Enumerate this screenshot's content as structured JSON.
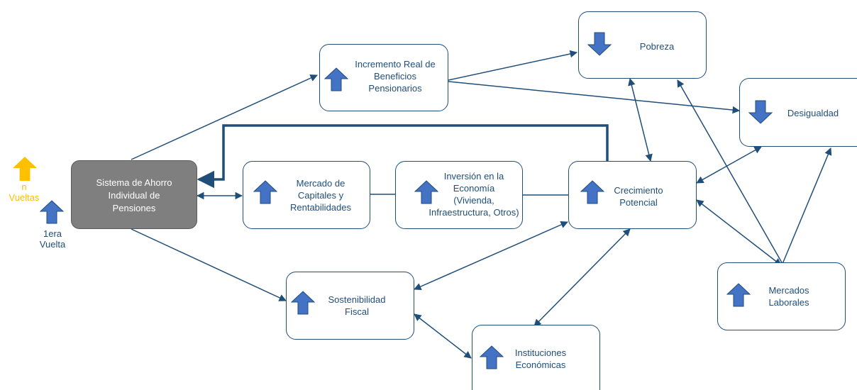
{
  "colors": {
    "accent": "#1f4e79",
    "up_arrow": "#4472c4",
    "main_box": "#7f7f7f",
    "legend_n": "#ffc000"
  },
  "legend": {
    "n_label": "n\nVueltas",
    "first_label": "1era\nVuelta"
  },
  "nodes": {
    "sistema": {
      "label": "Sistema de Ahorro\nIndividual de\nPensiones",
      "direction": "none"
    },
    "incremento": {
      "label": "Incremento Real de\nBeneficios\nPensionarios",
      "direction": "up"
    },
    "pobreza": {
      "label": "Pobreza",
      "direction": "down"
    },
    "desigualdad": {
      "label": "Desigualdad",
      "direction": "down"
    },
    "mercado_capitales": {
      "label": "Mercado de\nCapitales y\nRentabilidades",
      "direction": "up"
    },
    "inversion": {
      "label": "Inversión en la\nEconomía\n(Vivienda,\nInfraestructura, Otros)",
      "direction": "up"
    },
    "crecimiento": {
      "label": "Crecimiento\nPotencial",
      "direction": "up"
    },
    "sostenibilidad": {
      "label": "Sostenibilidad\nFiscal",
      "direction": "up"
    },
    "instituciones": {
      "label": "Instituciones\nEconómicas",
      "direction": "up"
    },
    "mercados_laborales": {
      "label": "Mercados\nLaborales",
      "direction": "up"
    }
  }
}
